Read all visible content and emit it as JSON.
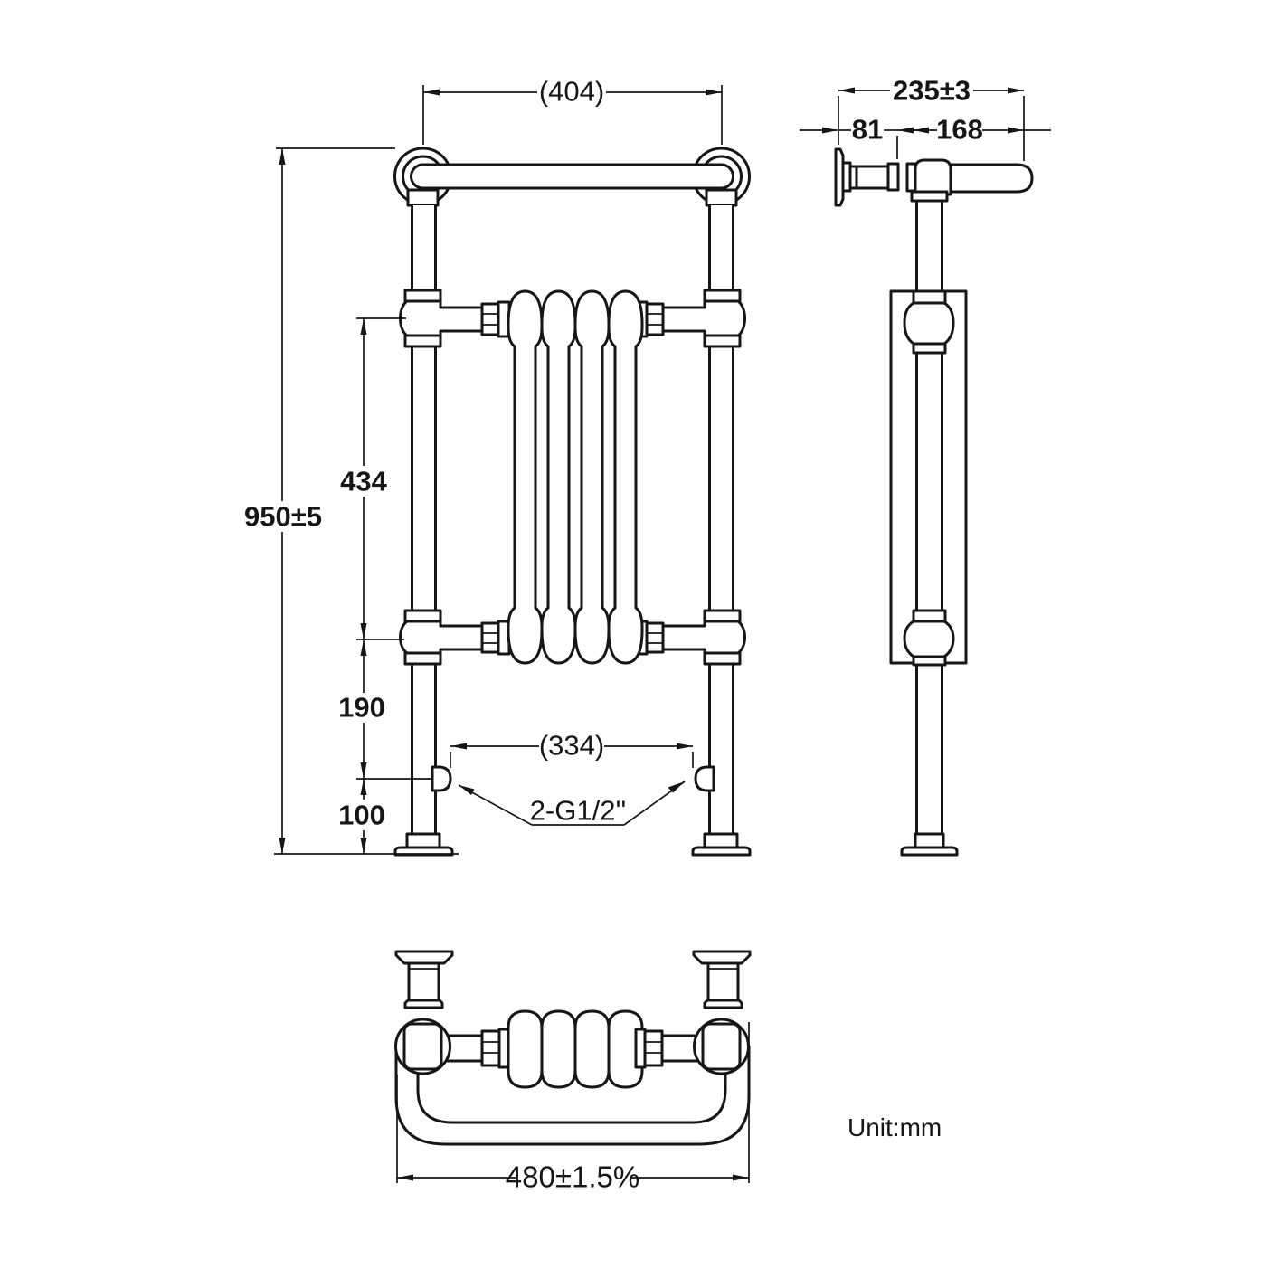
{
  "diagram": {
    "unit_label": "Unit:mm",
    "front_view": {
      "width_top": "(404)",
      "height_overall": "950±5",
      "height_radiator": "434",
      "height_radiator_to_inlets": "190",
      "height_inlets": "100",
      "inlet_spacing": "(334)",
      "inlet_thread": "2-G1/2''"
    },
    "side_view": {
      "depth_overall": "235±3",
      "wall_to_pipe": "81",
      "pipe_to_rail_end": "168"
    },
    "bottom_view": {
      "width_overall": "480±1.5%"
    }
  }
}
